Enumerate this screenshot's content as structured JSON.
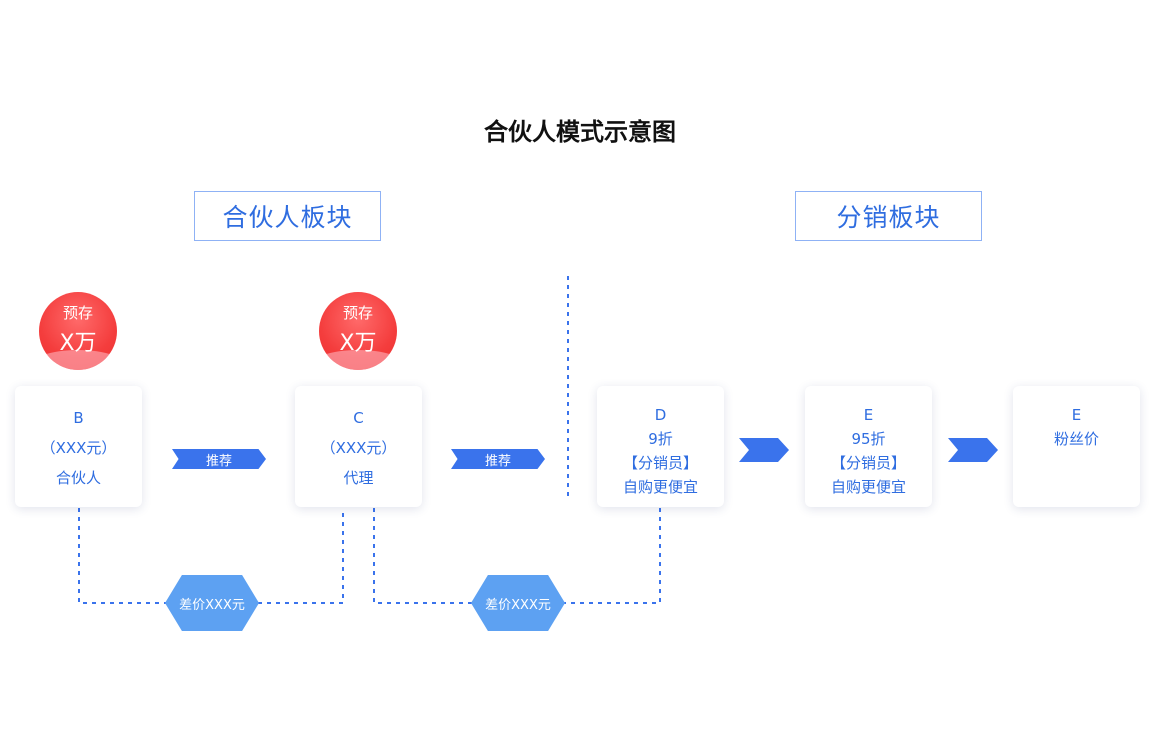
{
  "title": "合伙人模式示意图",
  "sections": {
    "partner": "合伙人板块",
    "distribution": "分销板块"
  },
  "badges": [
    {
      "line1": "预存",
      "line2": "X万"
    },
    {
      "line1": "预存",
      "line2": "X万"
    }
  ],
  "cards": {
    "b": {
      "lines": [
        "B",
        "（XXX元）",
        "合伙人"
      ]
    },
    "c": {
      "lines": [
        "C",
        "（XXX元）",
        "代理"
      ]
    },
    "d": {
      "lines": [
        "D",
        "9折",
        "【分销员】",
        "自购更便宜"
      ]
    },
    "e1": {
      "lines": [
        "E",
        "95折",
        "【分销员】",
        "自购更便宜"
      ]
    },
    "e2": {
      "lines": [
        "E",
        "粉丝价"
      ]
    }
  },
  "arrows": {
    "recommend_1": "推荐",
    "recommend_2": "推荐"
  },
  "diff_labels": {
    "first": "差价XXX元",
    "second": "差价XXX元"
  },
  "colors": {
    "accent_blue": "#2f6de0",
    "arrow_blue": "#3a73ec",
    "diamond_blue": "#5da1f2",
    "badge_red": "#f43d3d"
  }
}
